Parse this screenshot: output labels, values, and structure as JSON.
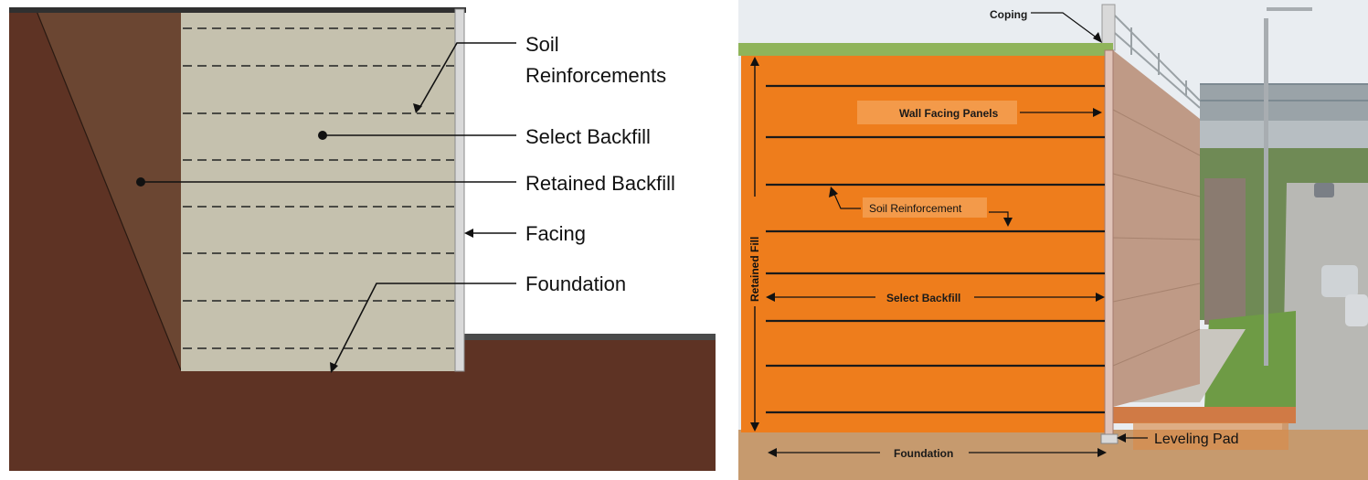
{
  "left_diagram": {
    "labels": {
      "soil_reinforcements_line1": "Soil",
      "soil_reinforcements_line2": "Reinforcements",
      "select_backfill": "Select Backfill",
      "retained_backfill": "Retained Backfill",
      "facing": "Facing",
      "foundation": "Foundation"
    },
    "colors": {
      "retained_soil": "#5e3324",
      "wedge": "#6b4632",
      "backfill": "#c5c1ae",
      "facing": "#d9d9d9",
      "top_edge": "#3a3a3a"
    },
    "reinforcement_layer_count": 8
  },
  "right_diagram": {
    "labels": {
      "coping": "Coping",
      "wall_facing_panels": "Wall Facing Panels",
      "soil_reinforcement": "Soil Reinforcement",
      "select_backfill": "Select Backfill",
      "retained_fill": "Retained Fill",
      "foundation": "Foundation",
      "leveling_pad": "Leveling Pad"
    },
    "colors": {
      "backfill": "#ee7d1c",
      "grass": "#8fb45a",
      "ground": "#c69a6e",
      "wall_panels": "#bf9a86",
      "sky": "#e9edf1",
      "bridge": "#9aa3a8"
    },
    "reinforcement_layer_count": 8
  }
}
